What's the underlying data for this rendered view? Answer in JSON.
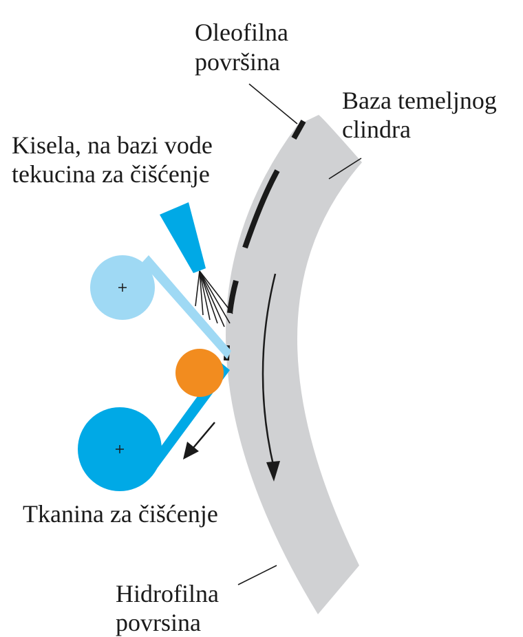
{
  "labels": {
    "oleofilna_line1": "Oleofilna",
    "oleofilna_line2": "površina",
    "baza_line1": "Baza temeljnog",
    "baza_line2": "clindra",
    "kisela_line1": "Kisela, na bazi vode",
    "kisela_line2": "tekucina za čišćenje",
    "tkanina": "Tkanina za čišćenje",
    "hidrofilna_line1": "Hidrofilna",
    "hidrofilna_line2": "povrsina"
  },
  "colors": {
    "cylinder": "#d0d1d3",
    "ink_patches": "#1a1a1a",
    "nozzle": "#00a9e6",
    "supply_roll": "#9fd9f4",
    "takeup_roll": "#00a9e6",
    "pressure_roller": "#f28c1f",
    "text": "#1a1a1a"
  }
}
